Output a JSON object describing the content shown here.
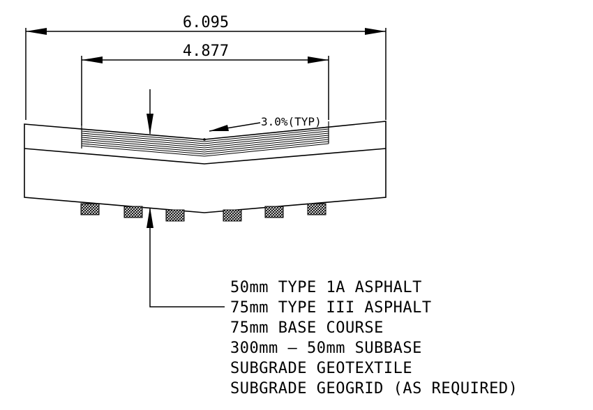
{
  "dimensions": {
    "overall_width": "6.095",
    "paved_width": "4.877"
  },
  "slope_label": "3.0%(TYP)",
  "layer_notes": [
    "50mm TYPE 1A ASPHALT",
    "75mm TYPE III ASPHALT",
    "75mm BASE COURSE",
    "300mm — 50mm SUBBASE",
    "SUBGRADE GEOTEXTILE",
    "SUBGRADE GEOGRID (AS REQUIRED)"
  ],
  "colors": {
    "line": "#000000",
    "background": "#ffffff"
  }
}
